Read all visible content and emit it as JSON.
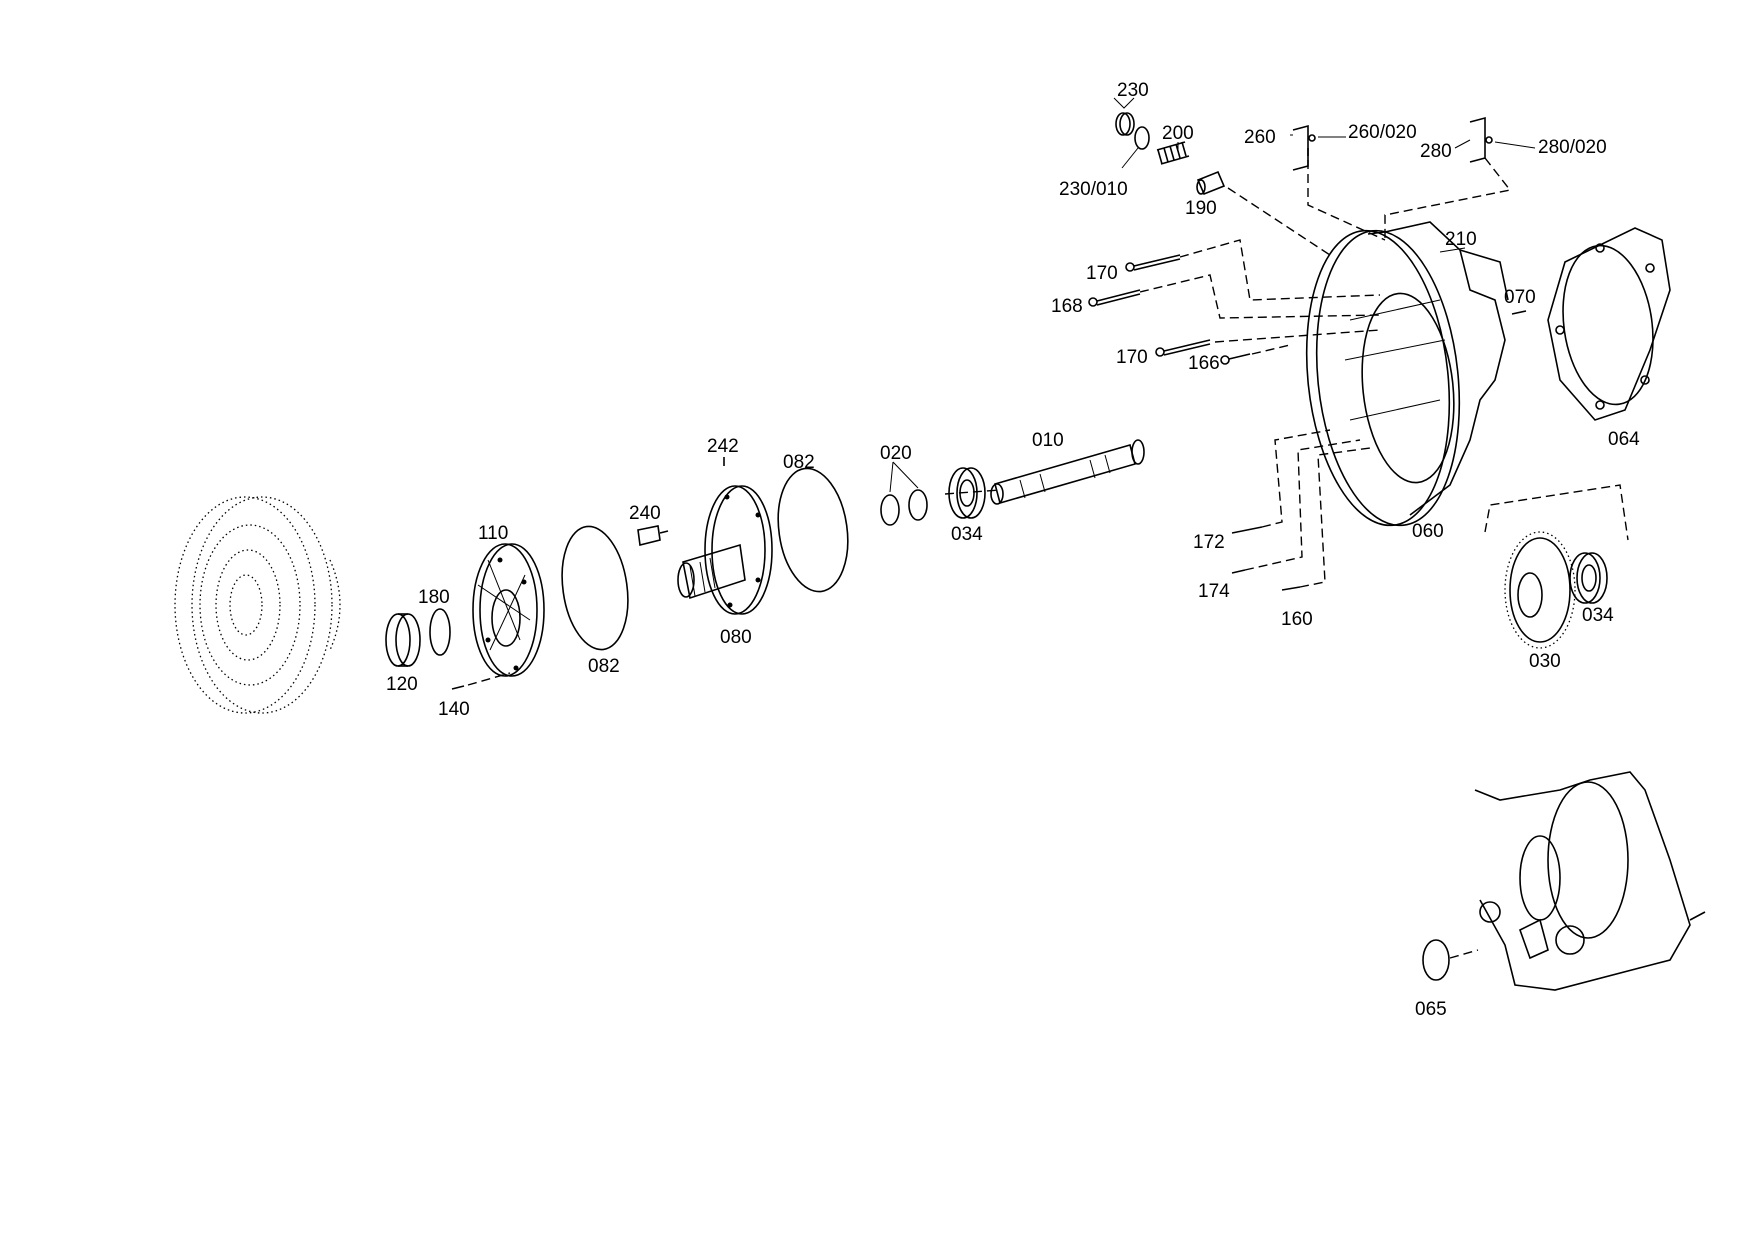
{
  "labels": [
    {
      "id": "230",
      "text": "230"
    },
    {
      "id": "200",
      "text": "200"
    },
    {
      "id": "230_010",
      "text": "230/010"
    },
    {
      "id": "190",
      "text": "190"
    },
    {
      "id": "260",
      "text": "260"
    },
    {
      "id": "260_020",
      "text": "260/020"
    },
    {
      "id": "280",
      "text": "280"
    },
    {
      "id": "280_020",
      "text": "280/020"
    },
    {
      "id": "210",
      "text": "210"
    },
    {
      "id": "170a",
      "text": "170"
    },
    {
      "id": "168",
      "text": "168"
    },
    {
      "id": "170b",
      "text": "170"
    },
    {
      "id": "166",
      "text": "166"
    },
    {
      "id": "070",
      "text": "070"
    },
    {
      "id": "064",
      "text": "064"
    },
    {
      "id": "010",
      "text": "010"
    },
    {
      "id": "020",
      "text": "020"
    },
    {
      "id": "082a",
      "text": "082"
    },
    {
      "id": "242",
      "text": "242"
    },
    {
      "id": "034a",
      "text": "034"
    },
    {
      "id": "240",
      "text": "240"
    },
    {
      "id": "110",
      "text": "110"
    },
    {
      "id": "180",
      "text": "180"
    },
    {
      "id": "060",
      "text": "060"
    },
    {
      "id": "172",
      "text": "172"
    },
    {
      "id": "174",
      "text": "174"
    },
    {
      "id": "160",
      "text": "160"
    },
    {
      "id": "034b",
      "text": "034"
    },
    {
      "id": "030",
      "text": "030"
    },
    {
      "id": "080",
      "text": "080"
    },
    {
      "id": "082b",
      "text": "082"
    },
    {
      "id": "120",
      "text": "120"
    },
    {
      "id": "140",
      "text": "140"
    },
    {
      "id": "065",
      "text": "065"
    }
  ]
}
